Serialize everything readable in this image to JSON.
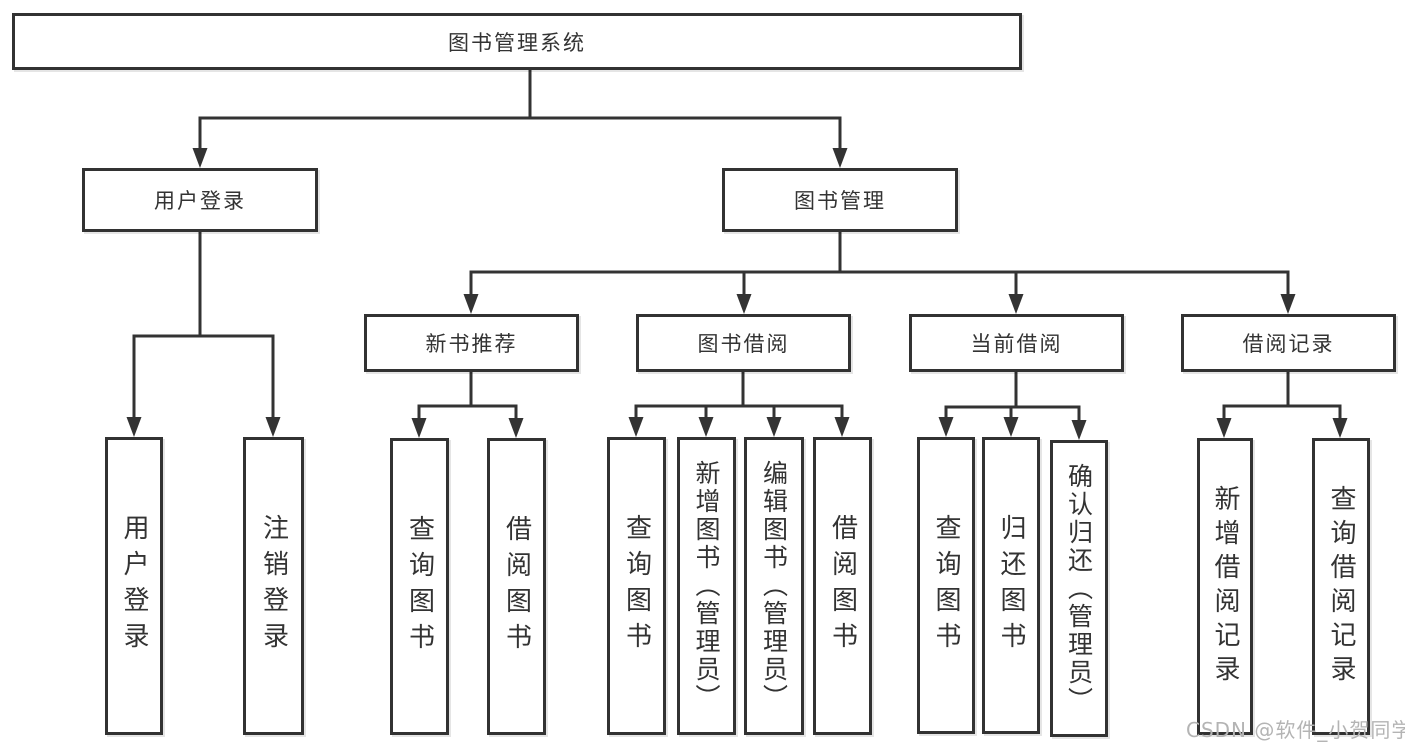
{
  "diagram": {
    "tree": {
      "label": "图书管理系统",
      "children": [
        {
          "label": "用户登录",
          "children": [
            {
              "label": "用户登录"
            },
            {
              "label": "注销登录"
            }
          ]
        },
        {
          "label": "图书管理",
          "children": [
            {
              "label": "新书推荐",
              "children": [
                {
                  "label": "查询图书"
                },
                {
                  "label": "借阅图书"
                }
              ]
            },
            {
              "label": "图书借阅",
              "children": [
                {
                  "label": "查询图书"
                },
                {
                  "label": "新增图书（管理员）"
                },
                {
                  "label": "编辑图书（管理员）"
                },
                {
                  "label": "借阅图书"
                }
              ]
            },
            {
              "label": "当前借阅",
              "children": [
                {
                  "label": "查询图书"
                },
                {
                  "label": "归还图书"
                },
                {
                  "label": "确认归还（管理员）"
                }
              ]
            },
            {
              "label": "借阅记录",
              "children": [
                {
                  "label": "新增借阅记录"
                },
                {
                  "label": "查询借阅记录"
                }
              ]
            }
          ]
        }
      ]
    },
    "colors": {
      "line": "#333333",
      "box_border": "#323232",
      "text": "#333333",
      "background": "#ffffff",
      "watermark": "#b4b4b4"
    }
  },
  "watermark": {
    "text": "CSDN @软件_小贺同学"
  }
}
